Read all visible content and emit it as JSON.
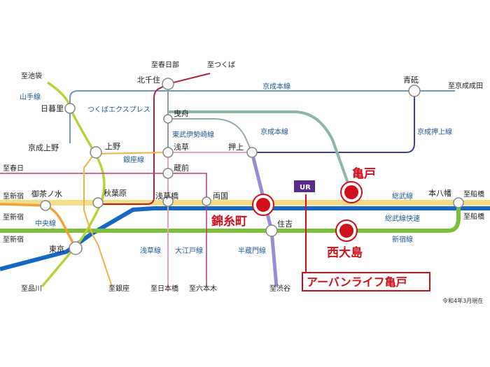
{
  "lines": {
    "keisei_main": "京成本線",
    "tsukuba_express": "つくばエクスプレス",
    "tobu_isesaki": "東武伊勢崎線",
    "keisei_oshiage": "京成押上線",
    "toei_asakusa": "浅草線",
    "oedo": "大江戸線",
    "hanzomon": "半蔵門線",
    "ginza": "銀座線",
    "yamanote": "山手線",
    "chuo": "中央線",
    "sobu": "総武線",
    "sobu_rapid": "総武線快速",
    "shinjuku": "新宿線"
  },
  "stations": {
    "kitasenju": "北千住",
    "aoto": "青砥",
    "nippori": "日暮里",
    "keisei_ueno": "京成上野",
    "ueno": "上野",
    "hikifune": "曳舟",
    "asakusa": "浅草",
    "oshiage": "押上",
    "kuramae": "蔵前",
    "ochanomizu": "御茶ノ水",
    "akihabara": "秋葉原",
    "asakusabashi": "浅草橋",
    "ryogoku": "両国",
    "sumiyoshi": "住吉",
    "tokyo": "東京",
    "motoyawata": "本八幡"
  },
  "destinations": {
    "kasukabe": "至春日部",
    "tsukuba": "至つくば",
    "ikebukuro": "至池袋",
    "keisei_narita": "至京成成田",
    "kasuga": "至春日",
    "shinjuku_1": "至新宿",
    "shinjuku_2": "至新宿",
    "shinjuku_3": "至新宿",
    "funabashi_1": "至船橋",
    "funabashi_2": "至船橋",
    "shinagawa": "至品川",
    "ginza": "至銀座",
    "nihonbashi": "至日本橋",
    "roppongi": "至六本木",
    "shibuya": "至渋谷"
  },
  "highlights": {
    "kinshicho": "錦糸町",
    "kameido": "亀戸",
    "nishi_ojima": "西大島"
  },
  "property": {
    "name": "アーバンライフ亀戸",
    "logo_text": "UR"
  },
  "note": "令和4年3月現在",
  "colors": {
    "chuo_sobu": "#f3d36a",
    "sobu_rapid": "#1667c4",
    "shinjuku_line": "#7cbf3a",
    "yamanote": "#b6d43a",
    "chuo": "#f3a23a",
    "keisei": "#6a98c6",
    "tobu": "#9aa8b2",
    "asakusa_line": "#e8a3b6",
    "ginza_line": "#f0b04a",
    "oedo_line": "#c1387a",
    "hanzomon_line": "#9b8ad6",
    "kameido_line": "#8bb7a3",
    "kitasenju_line": "#b0203f",
    "highlight_red": "#d0101b"
  }
}
